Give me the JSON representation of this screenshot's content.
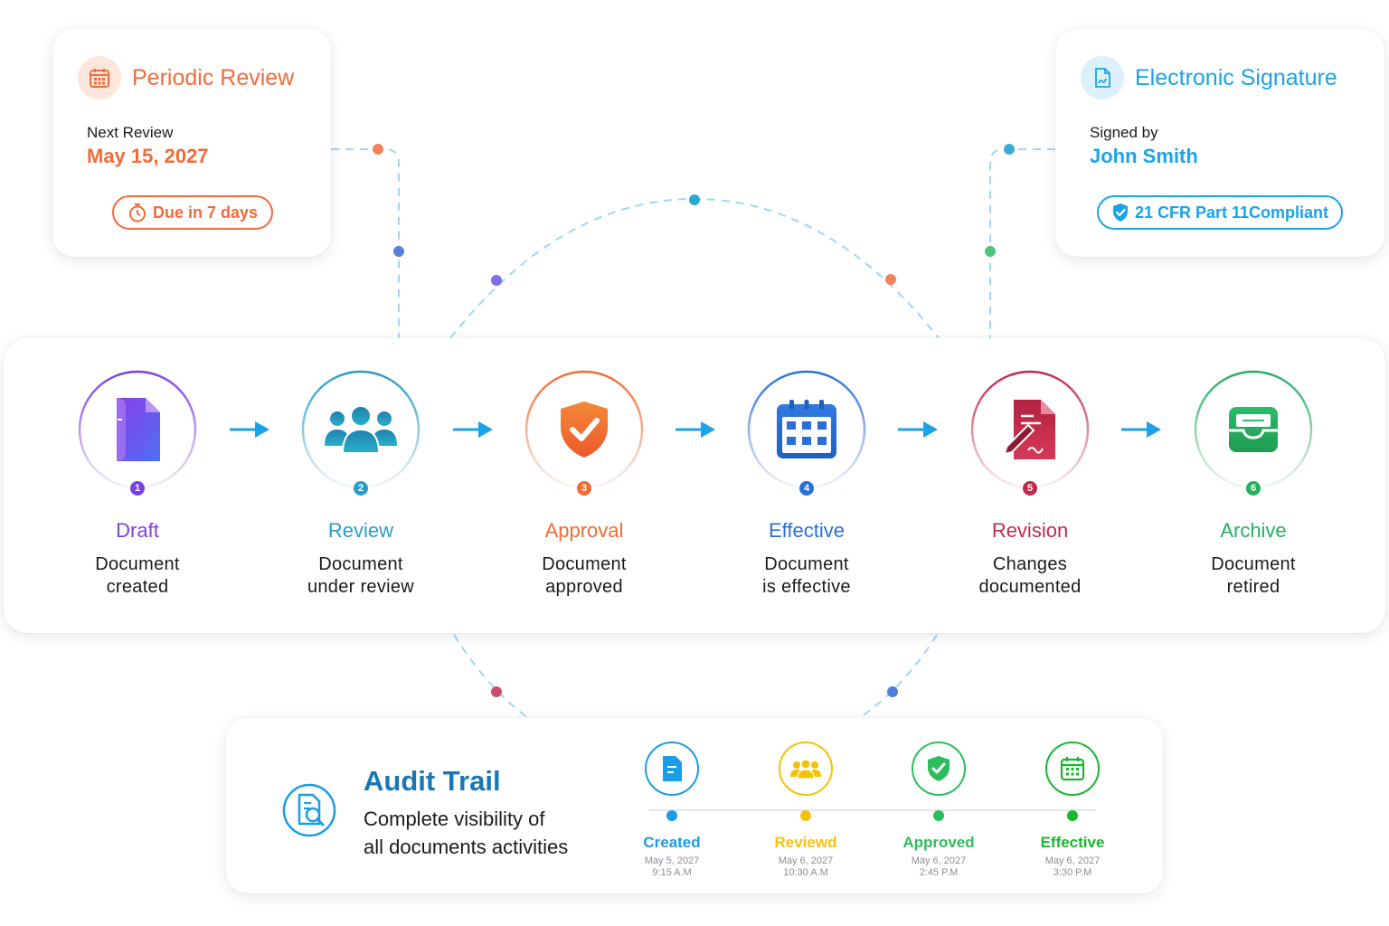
{
  "periodic_review": {
    "title": "Periodic Review",
    "next_label": "Next Review",
    "next_date": "May 15, 2027",
    "due_badge": "Due in 7 days",
    "color": "#f26b3a",
    "icon": "calendar-icon"
  },
  "electronic_signature": {
    "title": "Electronic Signature",
    "signed_label": "Signed by",
    "signer": "John Smith",
    "compliance_badge": "21 CFR Part 11Compliant",
    "color": "#1aa3e8",
    "icon": "signature-document-icon"
  },
  "lifecycle": {
    "stages": [
      {
        "number": "1",
        "title": "Draft",
        "desc1": "Document",
        "desc2": "created",
        "color": "#7b3fe4",
        "icon": "document-icon"
      },
      {
        "number": "2",
        "title": "Review",
        "desc1": "Document",
        "desc2": "under review",
        "color": "#2a9cc8",
        "icon": "group-users-icon"
      },
      {
        "number": "3",
        "title": "Approval",
        "desc1": "Document",
        "desc2": "approved",
        "color": "#f06b34",
        "icon": "shield-check-icon"
      },
      {
        "number": "4",
        "title": "Effective",
        "desc1": "Document",
        "desc2": "is effective",
        "color": "#2b6fd6",
        "icon": "calendar-icon"
      },
      {
        "number": "5",
        "title": "Revision",
        "desc1": "Changes",
        "desc2": "documented",
        "color": "#c0294a",
        "icon": "edit-document-icon"
      },
      {
        "number": "6",
        "title": "Archive",
        "desc1": "Document",
        "desc2": "retired",
        "color": "#27ae60",
        "icon": "archive-tray-icon"
      }
    ],
    "arrow_color": "#1aa3e8"
  },
  "audit_trail": {
    "title": "Audit Trail",
    "desc_line1": "Complete visibility of",
    "desc_line2": "all documents activities",
    "icon": "document-search-icon",
    "events": [
      {
        "label": "Created",
        "date": "May 5, 2027",
        "time": "9:15 A.M",
        "color": "#1a9ce6",
        "icon": "document-icon"
      },
      {
        "label": "Reviewd",
        "date": "May 6, 2027",
        "time": "10:30 A.M",
        "color": "#f5c20a",
        "icon": "group-users-icon"
      },
      {
        "label": "Approved",
        "date": "May 6, 2027",
        "time": "2:45 P.M",
        "color": "#2ebd5c",
        "icon": "shield-check-icon"
      },
      {
        "label": "Effective",
        "date": "May 6, 2027",
        "time": "3:30 P.M",
        "color": "#17b82e",
        "icon": "calendar-icon"
      }
    ]
  }
}
